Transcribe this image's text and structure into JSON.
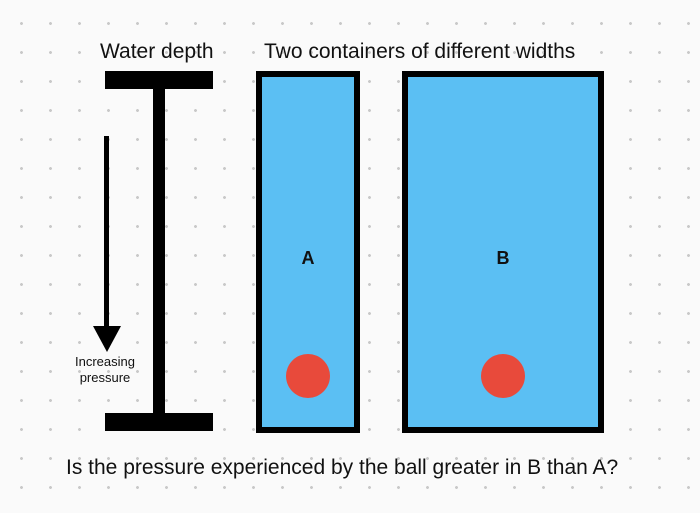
{
  "labels": {
    "water_depth": "Water depth",
    "containers_title": "Two containers of different widths",
    "pressure_line1": "Increasing",
    "pressure_line2": "pressure",
    "question": "Is the pressure experienced by the ball greater in B than A?"
  },
  "containers": [
    {
      "letter": "A"
    },
    {
      "letter": "B"
    }
  ],
  "colors": {
    "water": "#5bbff3",
    "ball": "#e84a3b",
    "outline": "#000000",
    "background": "#fafafa"
  }
}
